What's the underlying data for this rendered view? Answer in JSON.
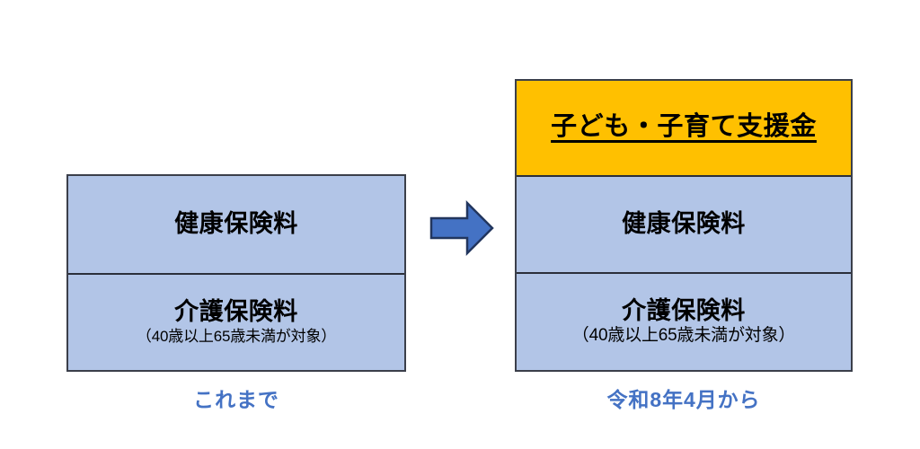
{
  "figure": {
    "background_color": "#ffffff",
    "accent_color": "#4472c4",
    "highlight_color": "#ffc000",
    "bar_color": "#b2c5e7",
    "border_color": "#3b3f4a"
  },
  "before": {
    "caption": "これまで",
    "segments": [
      {
        "key": "health",
        "title": "健康保険料",
        "subtitle": "",
        "color": "#b2c5e7",
        "underlined": false
      },
      {
        "key": "care",
        "title": "介護保険料",
        "subtitle": "（40歳以上65歳未満が対象）",
        "color": "#b2c5e7",
        "underlined": false
      }
    ]
  },
  "after": {
    "caption": "令和8年4月から",
    "segments": [
      {
        "key": "support",
        "title": "子ども・子育て支援金",
        "subtitle": "",
        "color": "#ffc000",
        "underlined": true
      },
      {
        "key": "health",
        "title": "健康保険料",
        "subtitle": "",
        "color": "#b2c5e7",
        "underlined": false
      },
      {
        "key": "care",
        "title": "介護保険料",
        "subtitle": "（40歳以上65歳未満が対象）",
        "color": "#b2c5e7",
        "underlined": false
      }
    ]
  },
  "arrow": {
    "icon": "arrow-right-icon",
    "direction": "right",
    "fill_color": "#4472c4",
    "stroke_color": "#22365e"
  }
}
